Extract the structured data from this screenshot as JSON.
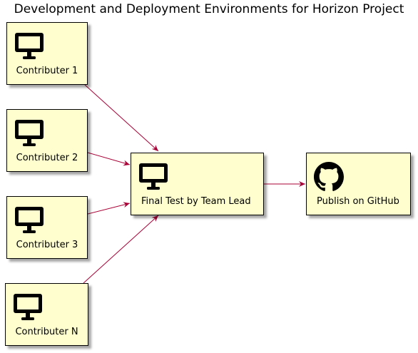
{
  "diagram": {
    "title": "Development and Deployment Environments for Horizon Project",
    "nodes": {
      "contributer_1": {
        "label": "Contributer 1",
        "icon": "desktop-monitor-icon"
      },
      "contributer_2": {
        "label": "Contributer 2",
        "icon": "desktop-monitor-icon"
      },
      "contributer_3": {
        "label": "Contributer 3",
        "icon": "desktop-monitor-icon"
      },
      "contributer_n": {
        "label": "Contributer N",
        "icon": "desktop-monitor-icon"
      },
      "final_test": {
        "label": "Final Test by Team Lead",
        "icon": "desktop-monitor-icon"
      },
      "publish": {
        "label": "Publish on GitHub",
        "icon": "github-icon"
      }
    },
    "edges": [
      {
        "from": "contributer_1",
        "to": "final_test"
      },
      {
        "from": "contributer_2",
        "to": "final_test"
      },
      {
        "from": "contributer_3",
        "to": "final_test"
      },
      {
        "from": "contributer_n",
        "to": "final_test"
      },
      {
        "from": "final_test",
        "to": "publish"
      }
    ],
    "colors": {
      "node_fill": "#fefece",
      "node_border": "#000000",
      "edge": "#a80036"
    }
  }
}
